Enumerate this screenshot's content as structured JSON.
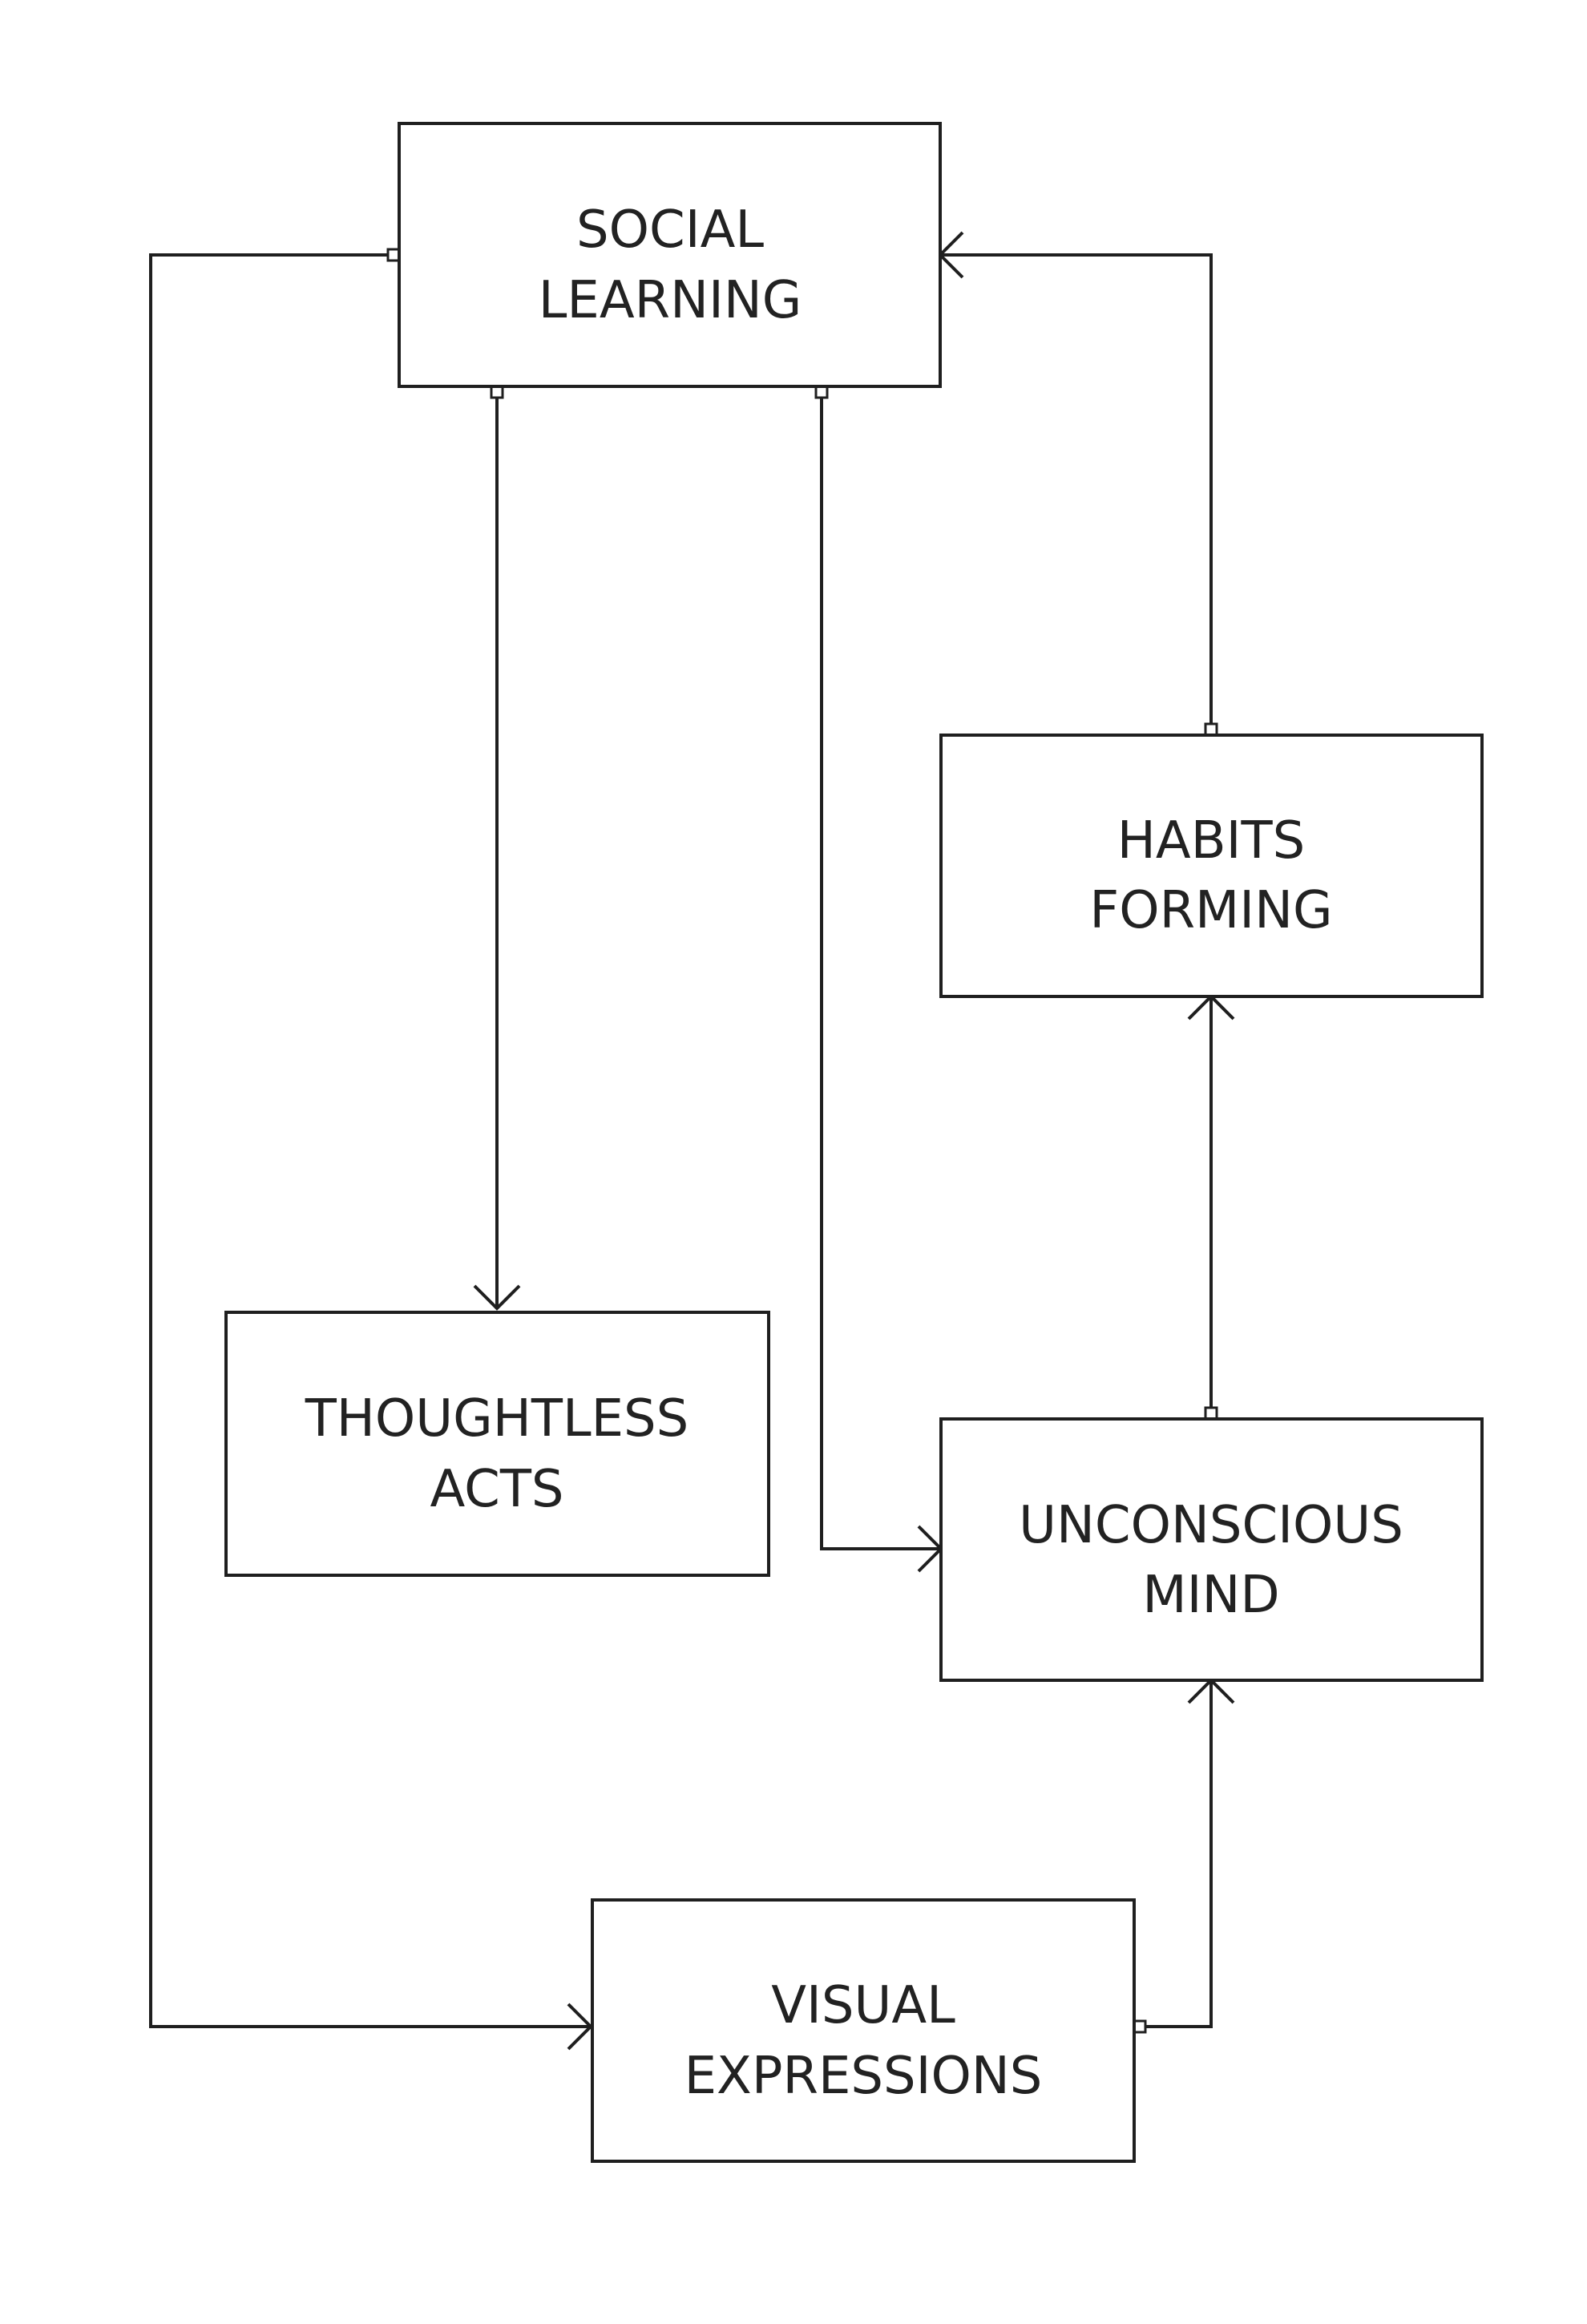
{
  "nodes": {
    "social_learning": [
      "SOCIAL",
      "LEARNING"
    ],
    "habits_forming": [
      "HABITS",
      "FORMING"
    ],
    "thoughtless_acts": [
      "THOUGHTLESS",
      "ACTS"
    ],
    "unconscious_mind": [
      "UNCONSCIOUS",
      "MIND"
    ],
    "visual_expressions": [
      "VISUAL",
      "EXPRESSIONS"
    ]
  },
  "edges": [
    {
      "from": "social_learning",
      "to": "thoughtless_acts"
    },
    {
      "from": "social_learning",
      "to": "unconscious_mind"
    },
    {
      "from": "social_learning",
      "to": "visual_expressions"
    },
    {
      "from": "habits_forming",
      "to": "social_learning"
    },
    {
      "from": "unconscious_mind",
      "to": "habits_forming"
    },
    {
      "from": "visual_expressions",
      "to": "unconscious_mind"
    }
  ]
}
